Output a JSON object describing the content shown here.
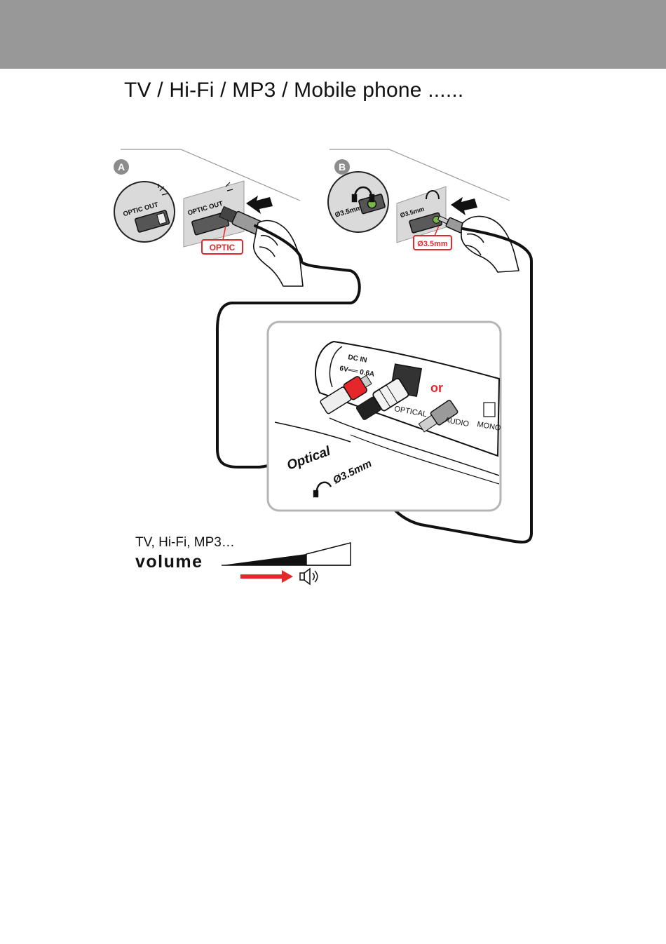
{
  "page": {
    "heading": "TV / Hi-Fi / MP3 / Mobile phone ......"
  },
  "panel_a": {
    "badge": "A",
    "jack_label": "OPTIC OUT",
    "callout": "OPTIC"
  },
  "panel_b": {
    "badge": "B",
    "jack_label": "Ø3.5mm",
    "callout": "Ø3.5mm"
  },
  "device": {
    "dc_label": "DC IN",
    "power_label": "6V══ 0.6A",
    "or_label": "or",
    "optical_port": "OPTICAL",
    "audio_port": "AUDIO",
    "mono_port": "MONO",
    "optical_cable": "Optical",
    "audio_cable": "Ø3.5mm"
  },
  "volume": {
    "sources": "TV, Hi-Fi, MP3…",
    "label": "volume"
  },
  "colors": {
    "header_bar": "#989898",
    "callout_red": "#e5262b",
    "jack_green": "#7ab648",
    "panel_gray": "#d6d6d6"
  },
  "icons": [
    "optic-sparkle-icon",
    "headphone-icon",
    "push-arrow-icon",
    "speaker-icon",
    "volume-arrow-icon"
  ]
}
